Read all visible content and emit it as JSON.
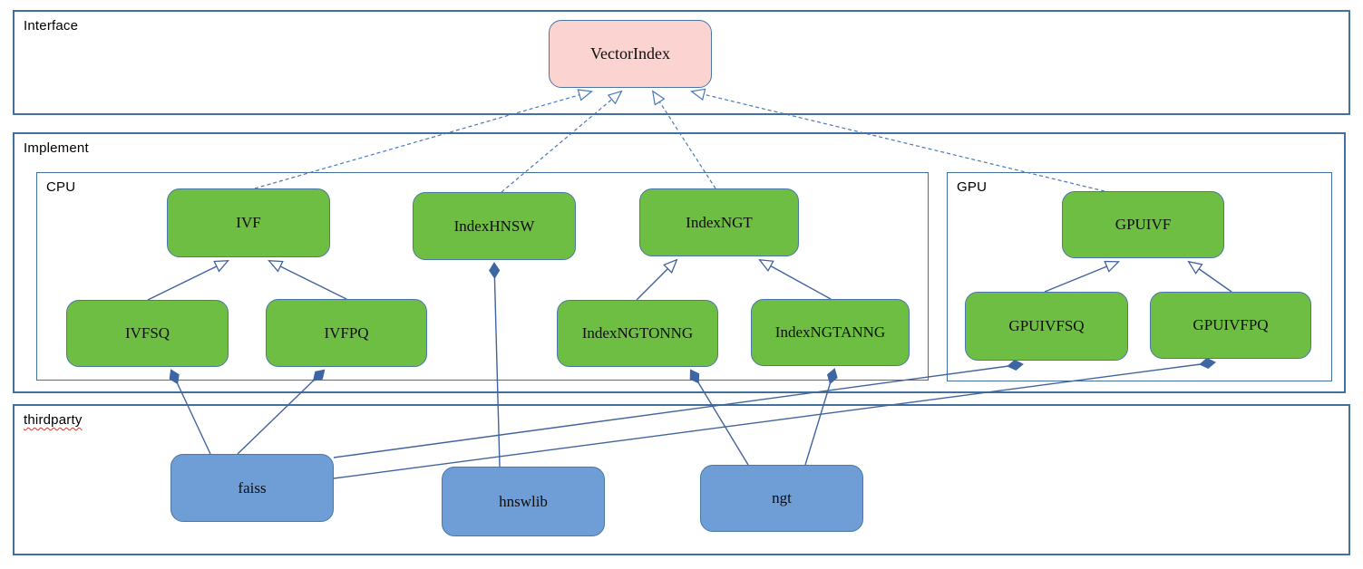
{
  "diagram": {
    "kind": "uml-package-class-diagram",
    "sections": [
      {
        "id": "interface",
        "label": "Interface",
        "container": "root"
      },
      {
        "id": "implement",
        "label": "Implement",
        "container": "root"
      },
      {
        "id": "cpu",
        "label": "CPU",
        "container": "implement"
      },
      {
        "id": "gpu",
        "label": "GPU",
        "container": "implement"
      },
      {
        "id": "thirdparty",
        "label": "thirdparty",
        "container": "root",
        "spellcheck_underline": true
      }
    ],
    "nodes": [
      {
        "id": "vectorindex",
        "label": "VectorIndex",
        "kind": "interface",
        "section": "interface"
      },
      {
        "id": "ivf",
        "label": "IVF",
        "kind": "impl",
        "section": "cpu"
      },
      {
        "id": "indexhnsw",
        "label": "IndexHNSW",
        "kind": "impl",
        "section": "cpu"
      },
      {
        "id": "indexngt",
        "label": "IndexNGT",
        "kind": "impl",
        "section": "cpu"
      },
      {
        "id": "gpuivf",
        "label": "GPUIVF",
        "kind": "impl",
        "section": "gpu"
      },
      {
        "id": "ivfsq",
        "label": "IVFSQ",
        "kind": "impl",
        "section": "cpu"
      },
      {
        "id": "ivfpq",
        "label": "IVFPQ",
        "kind": "impl",
        "section": "cpu"
      },
      {
        "id": "indexngtonng",
        "label": "IndexNGTONNG",
        "kind": "impl",
        "section": "cpu"
      },
      {
        "id": "indexngtanng",
        "label": "IndexNGTANNG",
        "kind": "impl",
        "section": "cpu"
      },
      {
        "id": "gpuivfsq",
        "label": "GPUIVFSQ",
        "kind": "impl",
        "section": "gpu"
      },
      {
        "id": "gpuivfpq",
        "label": "GPUIVFPQ",
        "kind": "impl",
        "section": "gpu"
      },
      {
        "id": "faiss",
        "label": "faiss",
        "kind": "lib",
        "section": "thirdparty"
      },
      {
        "id": "hnswlib",
        "label": "hnswlib",
        "kind": "lib",
        "section": "thirdparty"
      },
      {
        "id": "ngt",
        "label": "ngt",
        "kind": "lib",
        "section": "thirdparty"
      }
    ],
    "edges": [
      {
        "from": "ivf",
        "to": "vectorindex",
        "relation": "realizes"
      },
      {
        "from": "indexhnsw",
        "to": "vectorindex",
        "relation": "realizes"
      },
      {
        "from": "indexngt",
        "to": "vectorindex",
        "relation": "realizes"
      },
      {
        "from": "gpuivf",
        "to": "vectorindex",
        "relation": "realizes"
      },
      {
        "from": "ivfsq",
        "to": "ivf",
        "relation": "extends"
      },
      {
        "from": "ivfpq",
        "to": "ivf",
        "relation": "extends"
      },
      {
        "from": "indexngtonng",
        "to": "indexngt",
        "relation": "extends"
      },
      {
        "from": "indexngtanng",
        "to": "indexngt",
        "relation": "extends"
      },
      {
        "from": "gpuivfsq",
        "to": "gpuivf",
        "relation": "extends"
      },
      {
        "from": "gpuivfpq",
        "to": "gpuivf",
        "relation": "extends"
      },
      {
        "from": "indexhnsw",
        "to": "hnswlib",
        "relation": "composes"
      },
      {
        "from": "ivfsq",
        "to": "faiss",
        "relation": "composes"
      },
      {
        "from": "ivfpq",
        "to": "faiss",
        "relation": "composes"
      },
      {
        "from": "gpuivfsq",
        "to": "faiss",
        "relation": "composes"
      },
      {
        "from": "gpuivfpq",
        "to": "faiss",
        "relation": "composes"
      },
      {
        "from": "indexngtonng",
        "to": "ngt",
        "relation": "composes"
      },
      {
        "from": "indexngtanng",
        "to": "ngt",
        "relation": "composes"
      }
    ],
    "colors": {
      "interface_fill": "#fbd4d1",
      "implement_fill": "#6fbe44",
      "thirdparty_fill": "#6f9ed6",
      "node_border": "#4a76a8",
      "section_border": "#41719c",
      "edge_line": "#41639d",
      "edge_dashed": "#4a77b8",
      "spellcheck_wave": "#d03a2b"
    }
  }
}
